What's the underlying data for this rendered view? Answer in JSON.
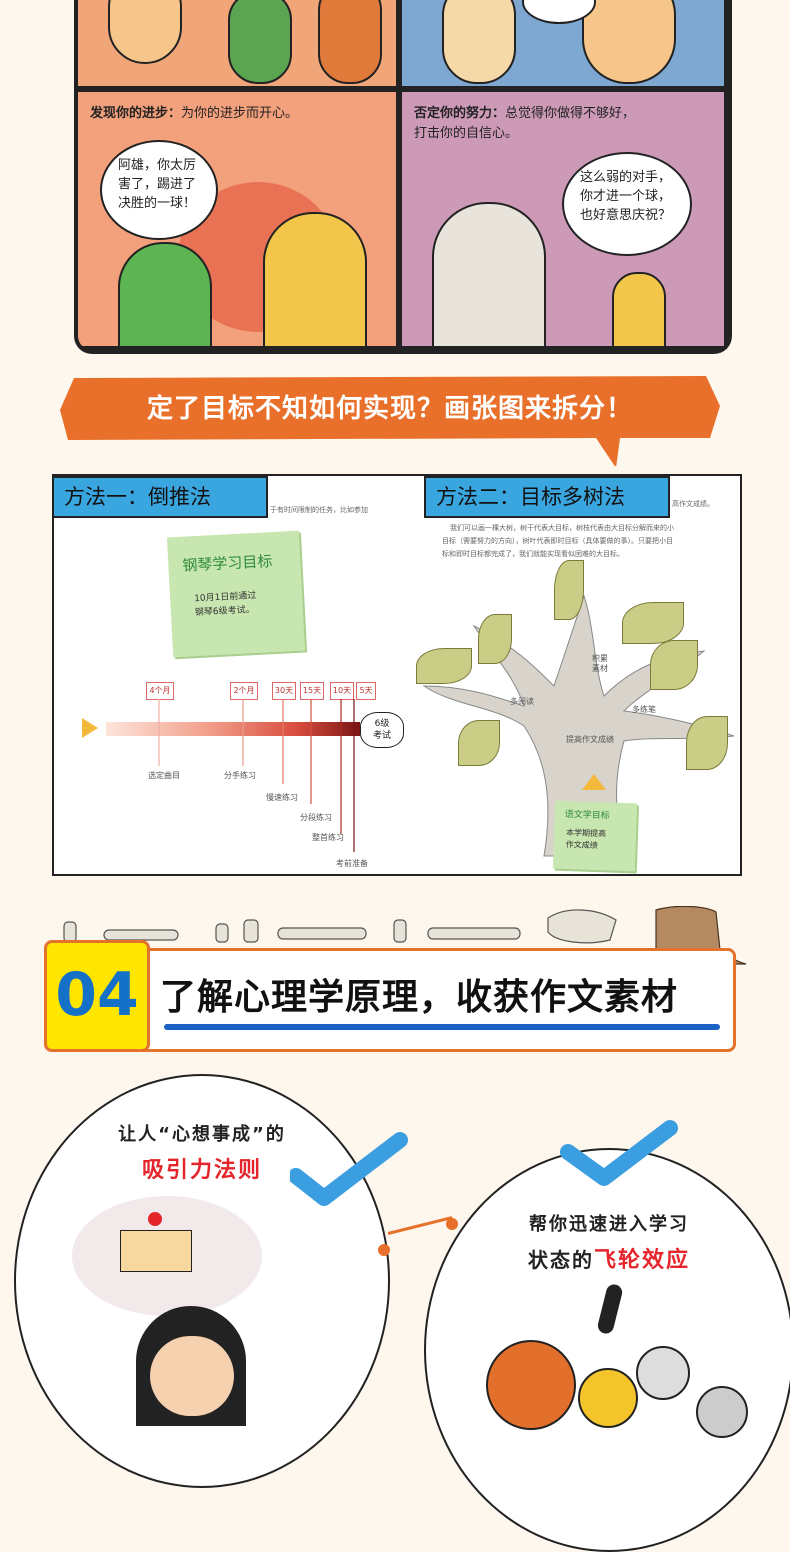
{
  "comic": {
    "panel_bl": {
      "caption_bold": "发现你的进步：",
      "caption_rest": "为你的进步而开心。",
      "bubble": "阿雄，你太厉\n害了，踢进了\n决胜的一球！"
    },
    "panel_br": {
      "caption_bold": "否定你的努力：",
      "caption_rest": "总觉得你做得不够好，",
      "caption_line2": "打击你的自信心。",
      "bubble": "这么弱的对手，\n你才进一个球，\n也好意思庆祝？"
    }
  },
  "banner": {
    "text": "定了目标不知如何实现？画张图来拆分！",
    "color": "#e8702a"
  },
  "methods": {
    "tab1": "方法一：倒推法",
    "tab2": "方法二：目标多树法",
    "tab1_snippet": "于有时间限制的任务，比如参加",
    "tab2_snippet": "高作文成绩。",
    "tree_text_1": "我们可以画一棵大树，树干代表大目标，树枝代表由大目标分解而来的小",
    "tree_text_2": "目标（需要努力的方向），树叶代表即时目标（具体要做的事）。只要把小目",
    "tree_text_3": "标和即时目标都完成了，我们就能实现看似困难的大目标。",
    "note1_title": "钢琴学习目标",
    "note1_body": "10月1日前通过\n钢琴6级考试。",
    "timeline_boxes": [
      "4个月",
      "2个月",
      "30天",
      "15天",
      "10天",
      "5天"
    ],
    "timeline_end": "6级\n考试",
    "timeline_labels": [
      "选定曲目",
      "分手练习",
      "慢速练习",
      "分段练习",
      "整首练习",
      "考前准备"
    ],
    "tree_labels": [
      "多阅读",
      "积累素材",
      "多练笔",
      "提高作文成绩"
    ],
    "note2_title": "语文学目标",
    "note2_body": "本学期提高\n作文成绩"
  },
  "section04": {
    "number": "04",
    "title": "了解心理学原理，收获作文素材"
  },
  "circles": {
    "left_line1": "让人“心想事成”的",
    "left_line2": "吸引力法则",
    "right_line1": "帮你迅速进入学习",
    "right_line2_black": "状态的",
    "right_line2_red": "飞轮效应"
  }
}
